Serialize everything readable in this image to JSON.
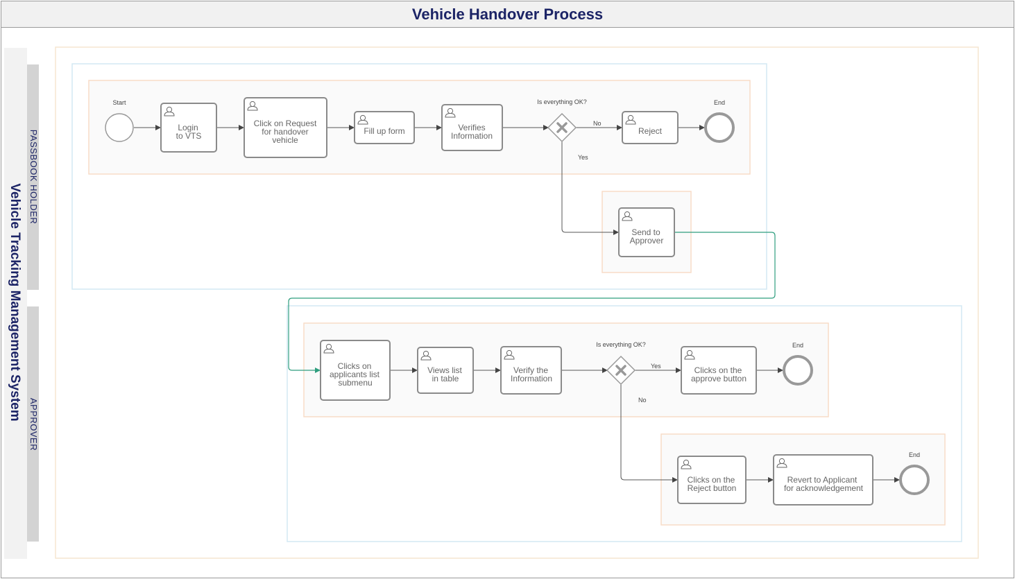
{
  "title": "Vehicle Handover Process",
  "pool": {
    "label": "Vehicle Tracking Management System"
  },
  "lanes": [
    {
      "label": "PASSBOOK HOLDER"
    },
    {
      "label": "APPROVER"
    }
  ],
  "events": {
    "start": "Start",
    "end1": "End",
    "end2": "End",
    "end3": "End"
  },
  "tasks": {
    "login": [
      "Login",
      "to VTS"
    ],
    "request": [
      "Click on Request",
      "for handover",
      "vehicle"
    ],
    "fill": [
      "Fill up form"
    ],
    "verifies": [
      "Verifies",
      "Information"
    ],
    "reject": [
      "Reject"
    ],
    "send": [
      "Send to",
      "Approver"
    ],
    "applicants": [
      "Clicks on",
      "applicants list",
      "submenu"
    ],
    "views": [
      "Views list",
      "in table"
    ],
    "verify": [
      "Verify the",
      "Information"
    ],
    "approve": [
      "Clicks on the",
      "approve button"
    ],
    "reject_btn": [
      "Clicks on the",
      "Reject button"
    ],
    "revert": [
      "Revert to Applicant",
      "for acknowledgement"
    ]
  },
  "gateways": {
    "g1": "Is everything OK?",
    "g2": "Is everything OK?"
  },
  "flow_labels": {
    "g1_no": "No",
    "g1_yes": "Yes",
    "g2_yes": "Yes",
    "g2_no": "No"
  },
  "colors": {
    "title": "#1c2466",
    "task_border": "#8a8a8a",
    "handoff_line": "#2e9e7e",
    "outer_frame": "#f6e6d0",
    "lane_frame": "#d3e8f3"
  }
}
